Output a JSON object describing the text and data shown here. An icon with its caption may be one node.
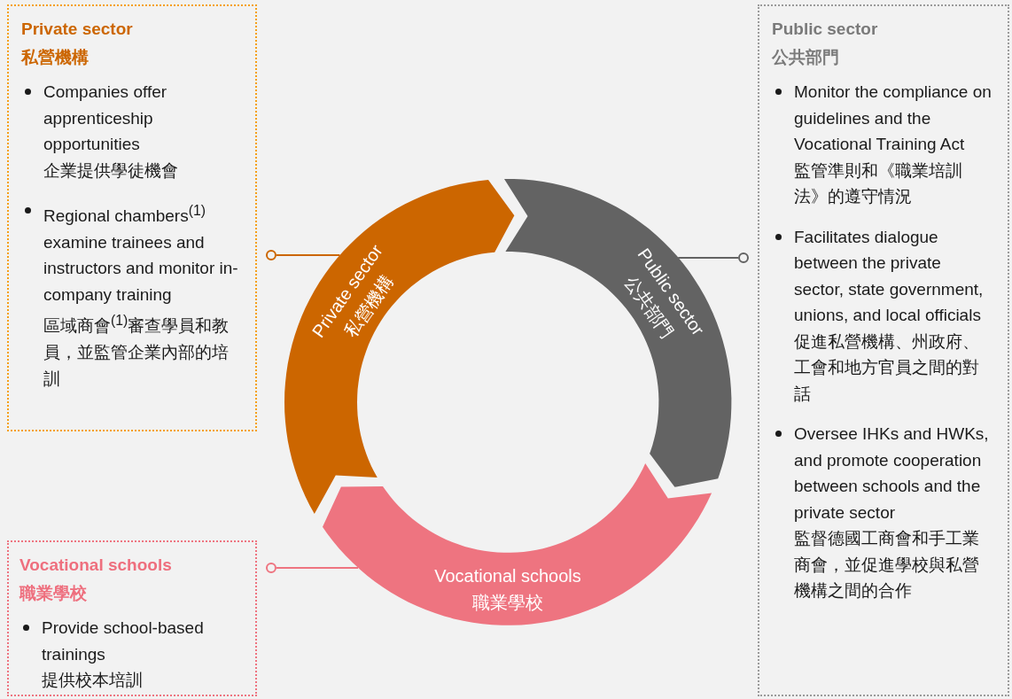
{
  "diagram": {
    "nodes": [
      {
        "text": [
          "Private sector",
          "私營機構",
          "Companies offer apprenticeship opportunities",
          "企業提供學徒機會",
          "Regional chambers$^{(1)}$ examine trainees and instructors and monitor in-company training",
          "區域商會$^{(1)}$審查學員和教員，並監管企業內部的培訓"
        ]
      },
      {
        "text": [
          "Private sector",
          "私營機構"
        ]
      },
      {
        "text": [
          "Public sector",
          "公共部門"
        ]
      },
      {
        "text": [
          "Public sector",
          "公共部門",
          "Monitor the compliance on guidelines and the Vocational Training Act",
          "監管準則和《職業培訓法》的遵守情況",
          "Facilitates dialogue between the private sector, state government, unions, and local officials",
          "促進私營機構、州政府、工會和地方官員之間的對話",
          "Oversee IHKs and HWKs, and promote cooperation between schools and the private sector",
          "監督德國工商會和手工業商會，並促進學校與私營機構之間的合作"
        ]
      },
      {
        "text": [
          "Vocational schools",
          "職業學校",
          "Provide school-based trainings",
          "提供校本培訓"
        ]
      },
      {
        "text": [
          "Vocational schools",
          "職業學校"
        ]
      }
    ],
    "edges": [
      {
        "from": 0,
        "to": 1,
        "arrow": "other",
        "color": "#cc6600"
      },
      {
        "from": 3,
        "to": 2,
        "arrow": "other",
        "color": "#636363"
      },
      {
        "from": 4,
        "to": 5,
        "arrow": "other",
        "color": "#ee7480"
      }
    ]
  }
}
